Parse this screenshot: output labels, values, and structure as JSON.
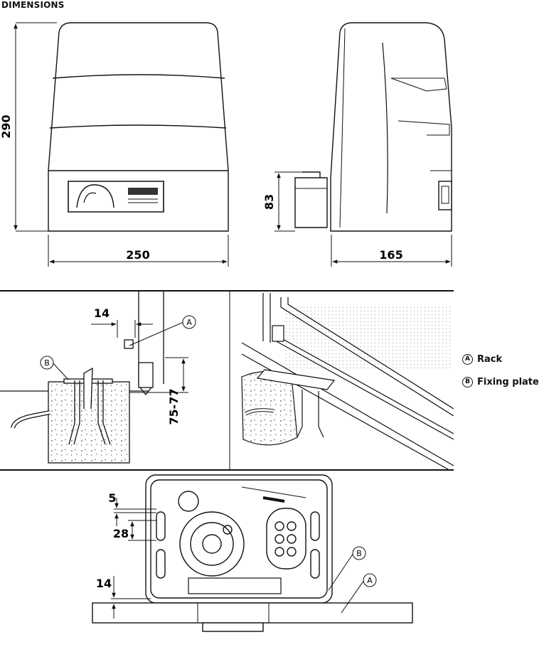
{
  "title": "DIMENSIONS",
  "dimensions": {
    "height": "290",
    "width_front": "250",
    "depth_side": "165",
    "base_height": "83",
    "rack_gap": "14",
    "rack_height": "75-77",
    "plate_top": "5",
    "plate_spacing": "28",
    "plate_bottom": "14"
  },
  "callouts": {
    "a": "A",
    "b": "B"
  },
  "legend": [
    {
      "letter": "A",
      "text": "Rack"
    },
    {
      "letter": "B",
      "text": "Fixing plate"
    }
  ]
}
